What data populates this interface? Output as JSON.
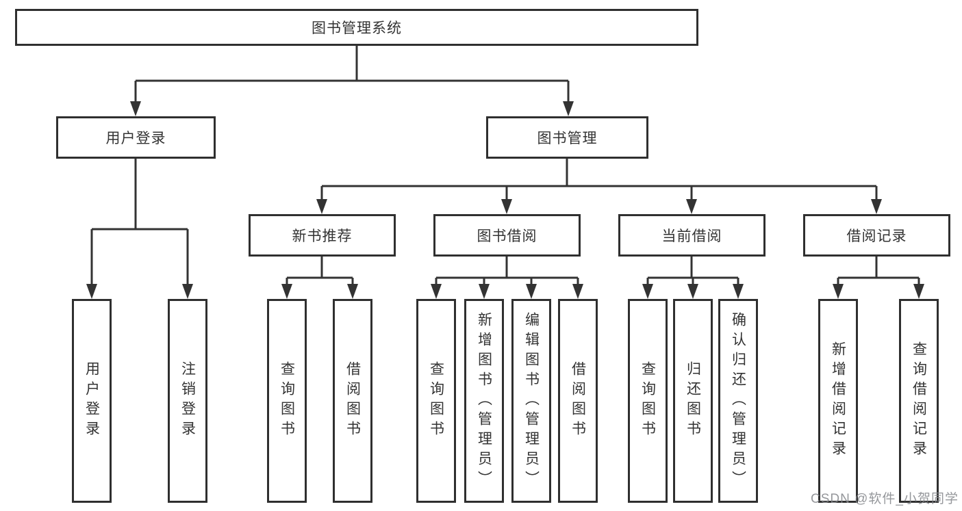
{
  "diagram_title": "图书管理系统",
  "nodes": {
    "root": "图书管理系统",
    "user_login": "用户登录",
    "book_management": "图书管理",
    "new_book_recommend": "新书推荐",
    "book_borrow": "图书借阅",
    "current_borrow": "当前借阅",
    "borrow_records": "借阅记录",
    "leaf_user_login": "用户登录",
    "leaf_logout": "注销登录",
    "leaf_query_book_1": "查询图书",
    "leaf_borrow_book_1": "借阅图书",
    "leaf_query_book_2": "查询图书",
    "leaf_add_book_admin": "新增图书（管理员）",
    "leaf_edit_book_admin": "编辑图书（管理员）",
    "leaf_borrow_book_2": "借阅图书",
    "leaf_query_book_3": "查询图书",
    "leaf_return_book": "归还图书",
    "leaf_confirm_return_admin": "确认归还（管理员）",
    "leaf_add_borrow_record": "新增借阅记录",
    "leaf_query_borrow_record": "查询借阅记录"
  },
  "hierarchy": {
    "root": [
      "user_login",
      "book_management"
    ],
    "user_login": [
      "leaf_user_login",
      "leaf_logout"
    ],
    "book_management": [
      "new_book_recommend",
      "book_borrow",
      "current_borrow",
      "borrow_records"
    ],
    "new_book_recommend": [
      "leaf_query_book_1",
      "leaf_borrow_book_1"
    ],
    "book_borrow": [
      "leaf_query_book_2",
      "leaf_add_book_admin",
      "leaf_edit_book_admin",
      "leaf_borrow_book_2"
    ],
    "current_borrow": [
      "leaf_query_book_3",
      "leaf_return_book",
      "leaf_confirm_return_admin"
    ],
    "borrow_records": [
      "leaf_add_borrow_record",
      "leaf_query_borrow_record"
    ]
  },
  "watermark": {
    "text": "CSDN @软件_小贺同学"
  },
  "colors": {
    "line": "#333333",
    "box_border": "#2f2f2f",
    "box_fill": "#ffffff",
    "text": "#333333",
    "watermark": "#82858a"
  }
}
